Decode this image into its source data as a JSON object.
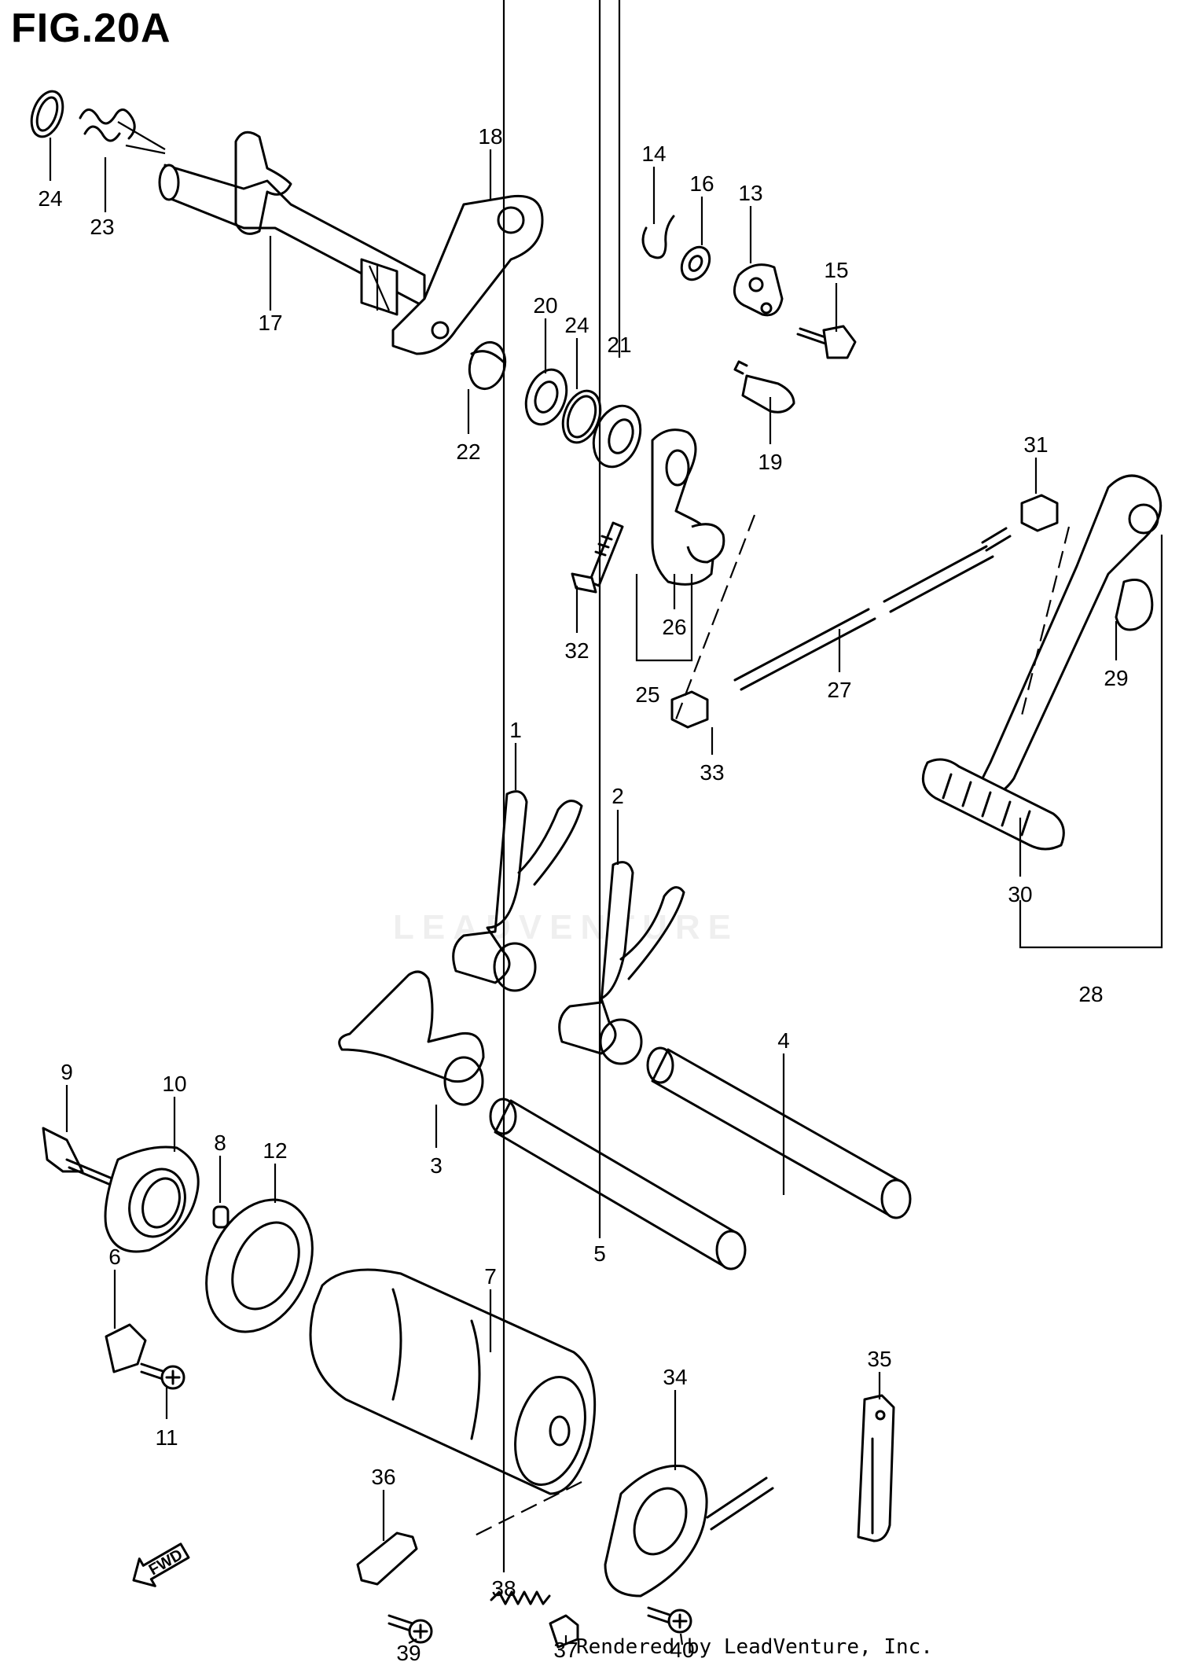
{
  "figure": {
    "title": "FIG.20A",
    "watermark": "LEADVENTURE",
    "credit": "Rendered by LeadVenture, Inc.",
    "direction_label": "FWD"
  },
  "callouts": [
    {
      "id": "c1",
      "text": "1"
    },
    {
      "id": "c2",
      "text": "2"
    },
    {
      "id": "c3",
      "text": "3"
    },
    {
      "id": "c4",
      "text": "4"
    },
    {
      "id": "c5",
      "text": "5"
    },
    {
      "id": "c6",
      "text": "6"
    },
    {
      "id": "c7",
      "text": "7"
    },
    {
      "id": "c8",
      "text": "8"
    },
    {
      "id": "c9",
      "text": "9"
    },
    {
      "id": "c10",
      "text": "10"
    },
    {
      "id": "c11",
      "text": "11"
    },
    {
      "id": "c12",
      "text": "12"
    },
    {
      "id": "c13",
      "text": "13"
    },
    {
      "id": "c14",
      "text": "14"
    },
    {
      "id": "c15",
      "text": "15"
    },
    {
      "id": "c16",
      "text": "16"
    },
    {
      "id": "c17",
      "text": "17"
    },
    {
      "id": "c18",
      "text": "18"
    },
    {
      "id": "c19",
      "text": "19"
    },
    {
      "id": "c20",
      "text": "20"
    },
    {
      "id": "c21",
      "text": "21"
    },
    {
      "id": "c22",
      "text": "22"
    },
    {
      "id": "c23",
      "text": "23"
    },
    {
      "id": "c24a",
      "text": "24"
    },
    {
      "id": "c24b",
      "text": "24"
    },
    {
      "id": "c25",
      "text": "25"
    },
    {
      "id": "c26",
      "text": "26"
    },
    {
      "id": "c27",
      "text": "27"
    },
    {
      "id": "c28",
      "text": "28"
    },
    {
      "id": "c29",
      "text": "29"
    },
    {
      "id": "c30",
      "text": "30"
    },
    {
      "id": "c31",
      "text": "31"
    },
    {
      "id": "c32",
      "text": "32"
    },
    {
      "id": "c33",
      "text": "33"
    },
    {
      "id": "c34",
      "text": "34"
    },
    {
      "id": "c35",
      "text": "35"
    },
    {
      "id": "c36",
      "text": "36"
    },
    {
      "id": "c37",
      "text": "37"
    },
    {
      "id": "c38",
      "text": "38"
    },
    {
      "id": "c39",
      "text": "39"
    },
    {
      "id": "c40",
      "text": "40"
    }
  ]
}
